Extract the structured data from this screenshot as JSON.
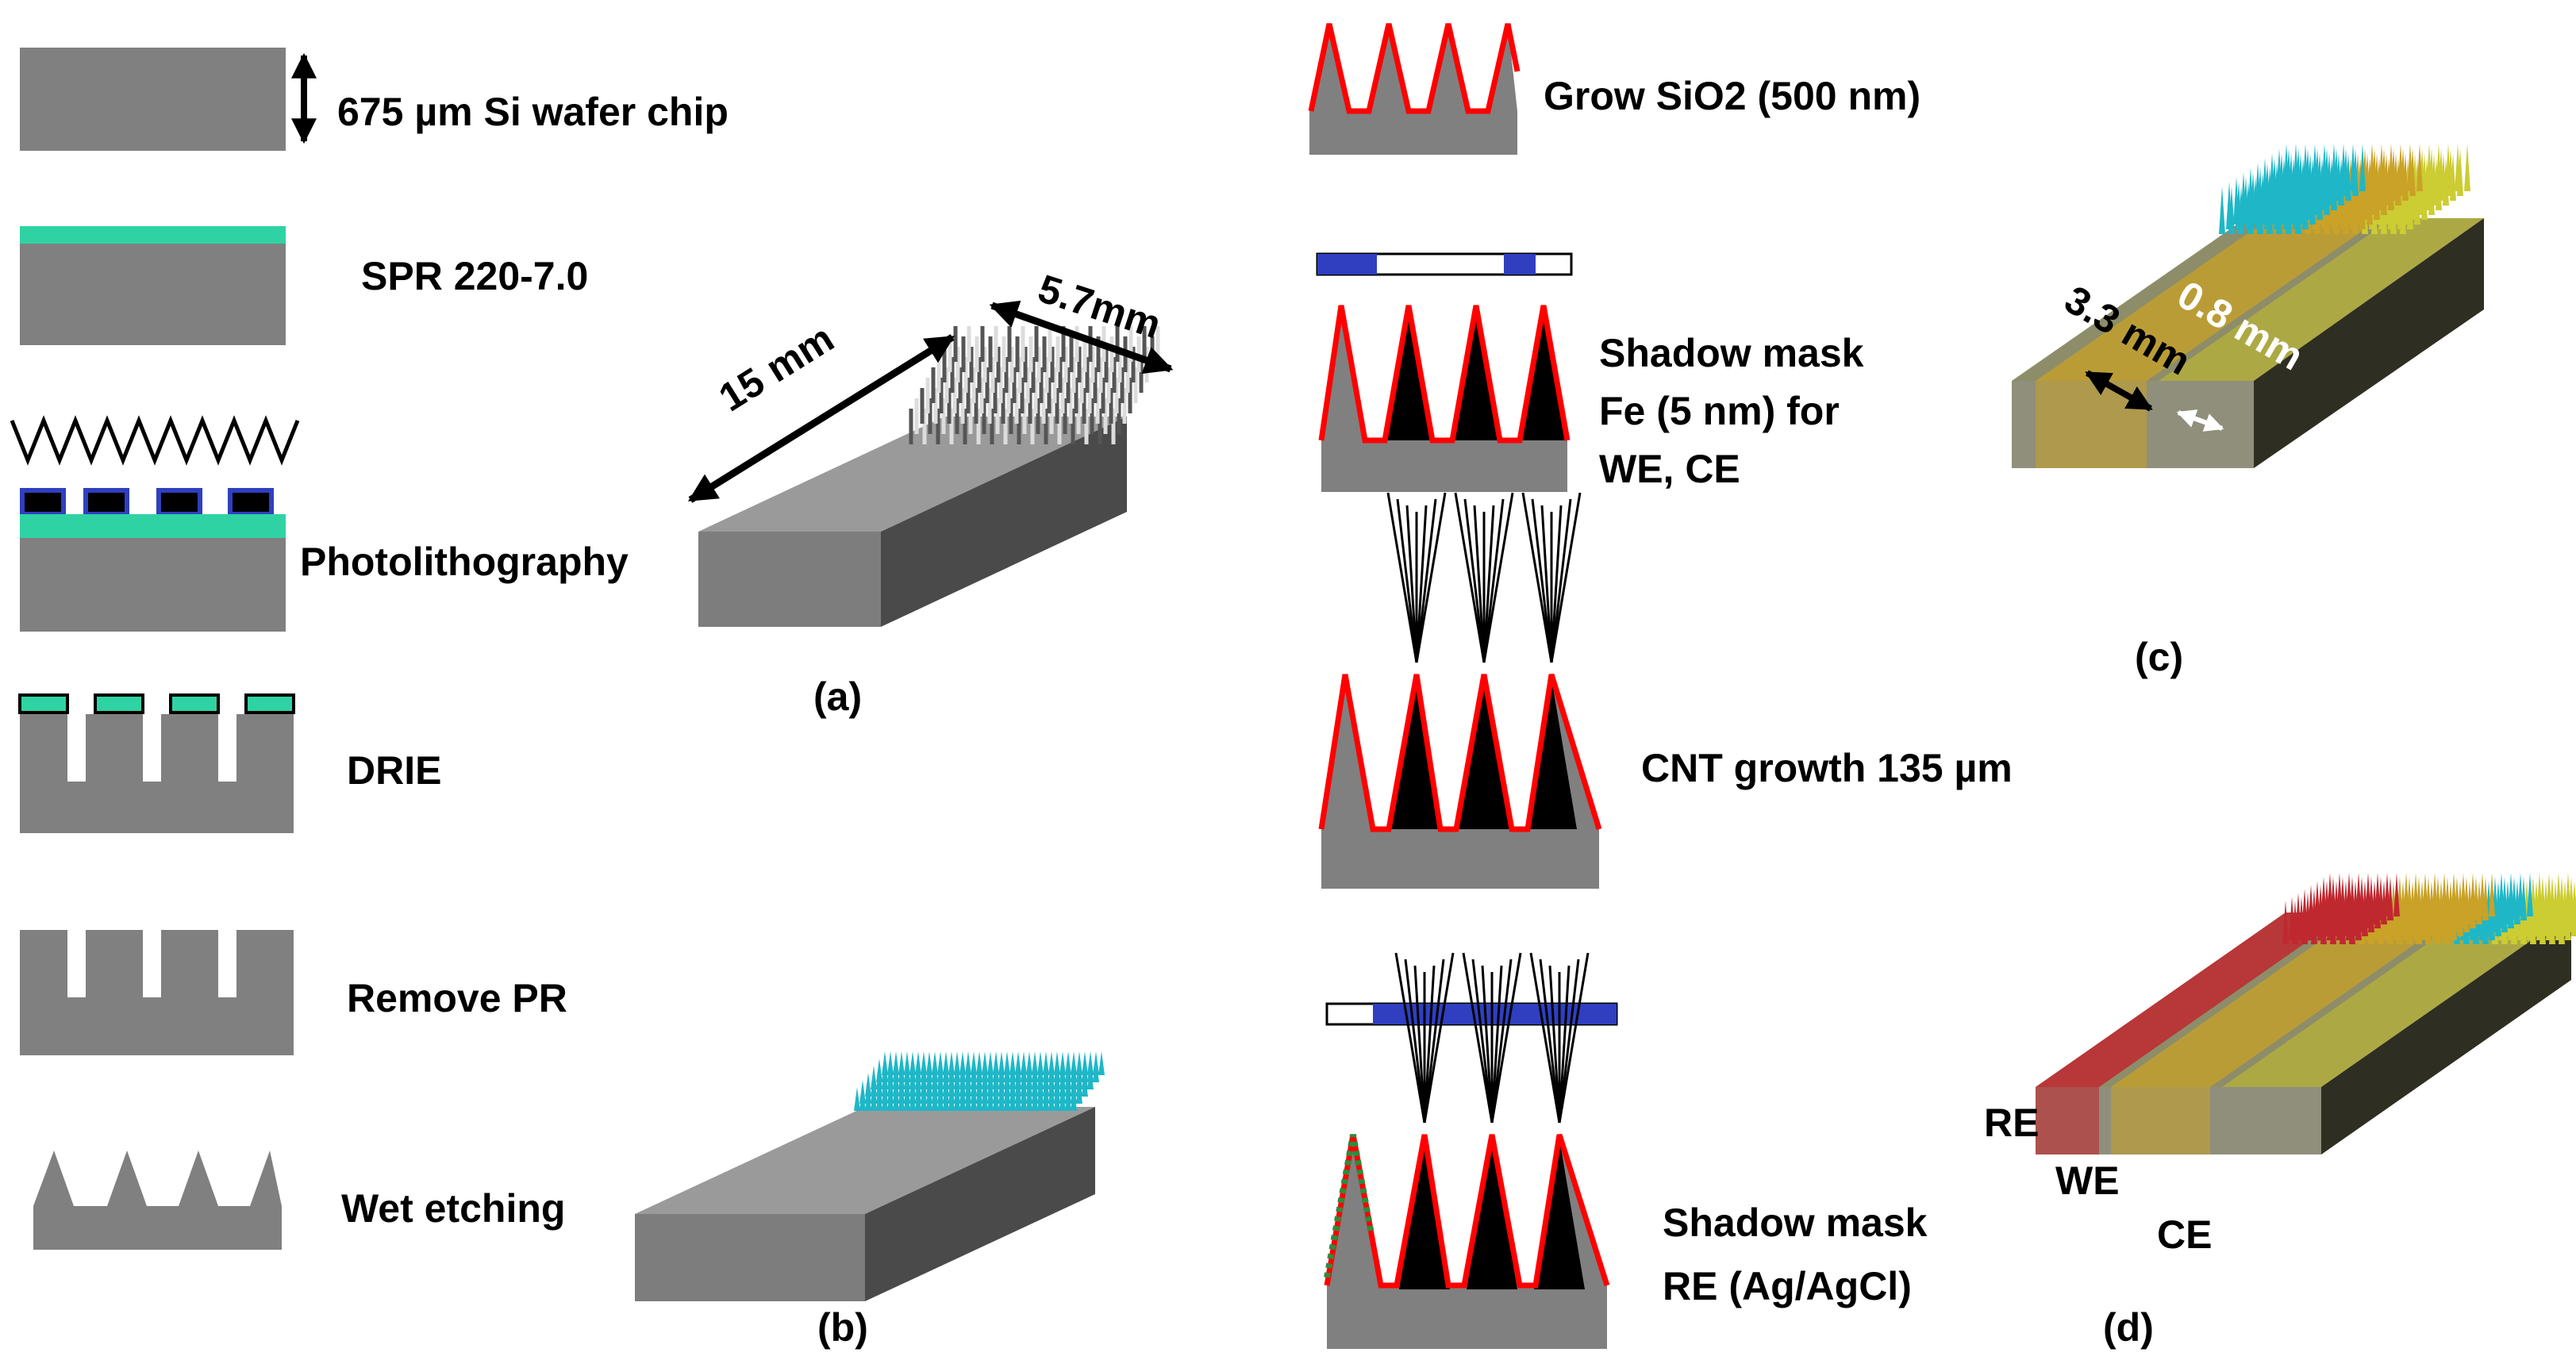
{
  "figure": {
    "steps_left": {
      "wafer": "675 µm  Si wafer chip",
      "resist": "SPR 220-7.0",
      "photolithography": "Photolithography",
      "drie": "DRIE",
      "remove_pr": "Remove PR",
      "wet_etching": "Wet etching"
    },
    "steps_right": {
      "grow_sio2": "Grow SiO2  (500 nm)",
      "shadow_fe_line1": "Shadow mask",
      "shadow_fe_line2": "Fe (5 nm) for",
      "shadow_fe_line3": "WE, CE",
      "cnt_growth": "CNT growth 135 µm",
      "shadow_re_line1": "Shadow mask",
      "shadow_re_line2": "RE (Ag/AgCl)"
    },
    "dimensions": {
      "length": "15 mm",
      "width": "5.7mm",
      "we_width": "3.3 mm",
      "gap": "0.8 mm"
    },
    "electrodes": {
      "re": "RE",
      "we": "WE",
      "ce": "CE"
    },
    "panel_labels": {
      "a": "(a)",
      "b": "(b)",
      "c": "(c)",
      "d": "(d)"
    },
    "colors": {
      "silicon": "#808080",
      "photoresist": "#2fd3a3",
      "mask": "#2f3fbf",
      "oxide": "#ff0000",
      "cnt": "#000000",
      "catalyst_we": "#c9a227",
      "cnt_cyan": "#1fb7c7",
      "cnt_red": "#c0282f",
      "agcl": "#2e8b3f"
    }
  }
}
